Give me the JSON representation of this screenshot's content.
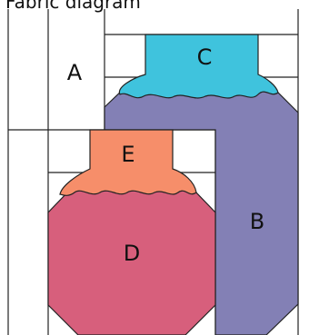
{
  "title": "Fabric diagram",
  "labels": {
    "a": "A",
    "b": "B",
    "c": "C",
    "d": "D",
    "e": "E"
  },
  "colors": {
    "background": "#ffffff",
    "line": "#222222",
    "jar_b": "#8380b5",
    "lid_c": "#3fc3dd",
    "lid_e": "#f68e6a",
    "jar_d": "#d75f7c"
  }
}
